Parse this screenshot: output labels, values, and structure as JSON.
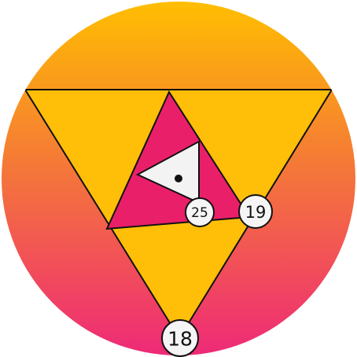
{
  "colors": {
    "gradient_top": "#ffbe00",
    "gradient_mid": "#f57a36",
    "gradient_bottom": "#ee2a77",
    "outer_triangle_fill": "#ffbe08",
    "middle_triangle_fill": "#ea1f6a",
    "inner_triangle_fill": "#f3f3f3",
    "badge_fill": "#f5f5f5",
    "stroke": "#111111"
  },
  "icons": {
    "center_marker": "dot-icon"
  },
  "badges": {
    "bottom": "18",
    "right": "19",
    "inner": "25"
  }
}
